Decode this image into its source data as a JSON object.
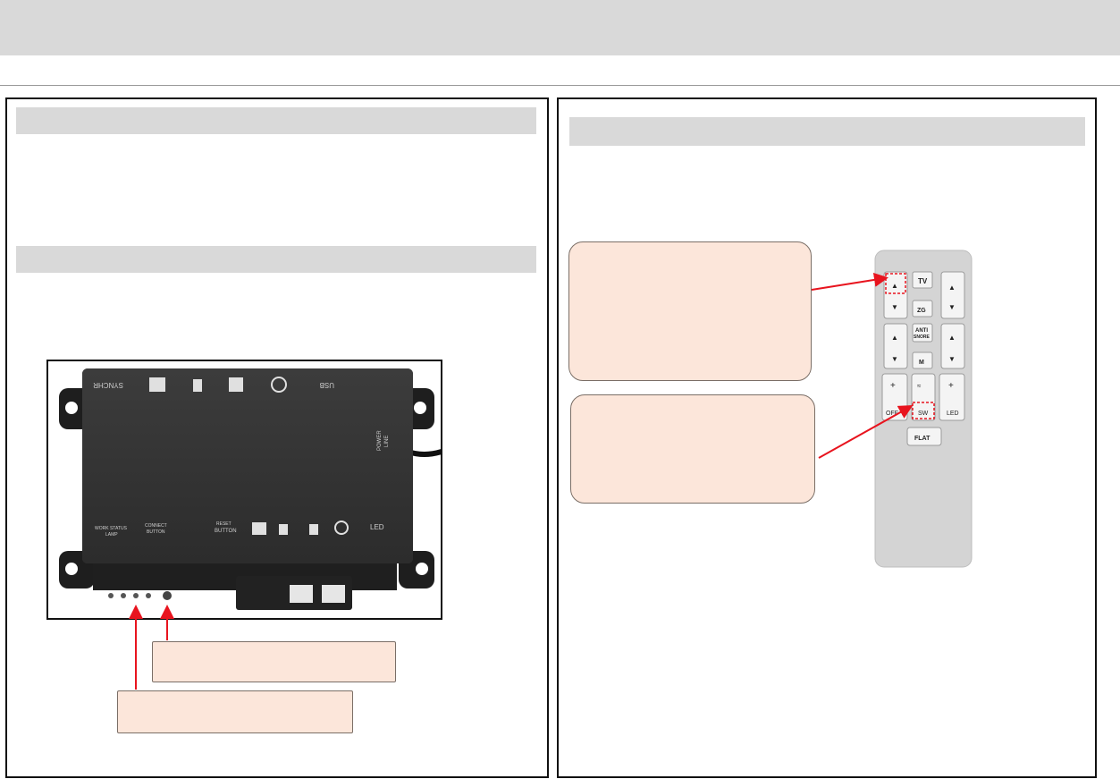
{
  "device": {
    "top_labels": [
      "SYNCHR",
      "USB"
    ],
    "side_label_1": "POWER",
    "side_label_2": "LINE",
    "bottom_labels": {
      "work_status_1": "WORK STATUS",
      "work_status_2": "LAMP",
      "connect_1": "CONNECT",
      "connect_2": "BUTTON",
      "reset_1": "RESET",
      "reset_2": "BUTTON",
      "led": "LED"
    }
  },
  "remote": {
    "buttons": {
      "tv": "TV",
      "zg": "ZG",
      "anti_1": "ANTI",
      "anti_2": "SNORE",
      "m": "M",
      "plus": "+",
      "off": "OFF",
      "sw": "SW",
      "led": "LED",
      "flat": "FLAT",
      "up": "▲",
      "down": "▼"
    }
  },
  "colors": {
    "banner": "#d9d9d9",
    "callout_fill": "#fce6da",
    "arrow": "#e8141e",
    "device_body": "#2b2b2b",
    "remote_body": "#d4d4d4"
  }
}
